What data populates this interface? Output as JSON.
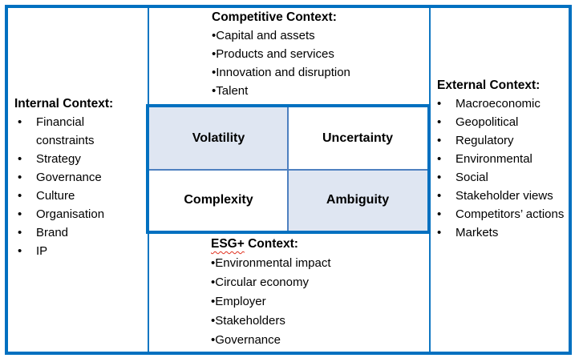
{
  "bullet_char": "•",
  "colors": {
    "border_blue": "#0070C0",
    "grid_line_blue": "#4E80C0",
    "cell_fill_blue": "#DFE6F2",
    "spellcheck_red": "#E0301E",
    "text": "#000000"
  },
  "panels": {
    "internal": {
      "title": "Internal Context:",
      "items": [
        "Financial constraints",
        "Strategy",
        "Governance",
        "Culture",
        "Organisation",
        "Brand",
        "IP"
      ]
    },
    "competitive": {
      "title": "Competitive Context:",
      "items": [
        "Capital and assets",
        "Products and services",
        "Innovation and disruption",
        "Talent"
      ]
    },
    "external": {
      "title": "External Context:",
      "items": [
        "Macroeconomic",
        "Geopolitical",
        "Regulatory",
        "Environmental",
        "Social",
        "Stakeholder views",
        "Competitors’ actions",
        "Markets"
      ]
    },
    "esg": {
      "title_word": "ESG+",
      "title_rest": " Context:",
      "items": [
        "Environmental impact",
        "Circular economy",
        "Employer",
        "Stakeholders",
        "Governance"
      ]
    }
  },
  "matrix": {
    "cells": [
      {
        "label": "Volatility",
        "filled": true
      },
      {
        "label": "Uncertainty",
        "filled": false
      },
      {
        "label": "Complexity",
        "filled": false
      },
      {
        "label": "Ambiguity",
        "filled": true
      }
    ]
  }
}
